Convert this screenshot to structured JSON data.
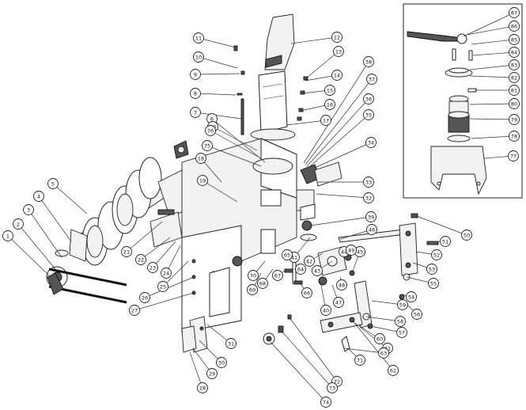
{
  "diagram": {
    "callouts": [
      "1",
      "2",
      "3",
      "4",
      "5",
      "6",
      "7",
      "8",
      "9",
      "10",
      "11",
      "12",
      "13",
      "14",
      "15",
      "16",
      "17",
      "18",
      "19",
      "20",
      "21",
      "22",
      "23",
      "24",
      "25",
      "26",
      "27",
      "28",
      "29",
      "30",
      "31",
      "32",
      "33",
      "34",
      "35",
      "36",
      "37",
      "38",
      "39",
      "40",
      "41",
      "42",
      "43",
      "44",
      "45",
      "46",
      "47",
      "48",
      "49",
      "50",
      "51",
      "52",
      "53",
      "54",
      "55",
      "56",
      "57",
      "58",
      "59",
      "60",
      "61",
      "62",
      "63",
      "64",
      "65",
      "66",
      "67",
      "68",
      "69",
      "70",
      "71",
      "72",
      "73",
      "74",
      "75",
      "76",
      "77",
      "78",
      "79",
      "80",
      "81",
      "82",
      "83",
      "84",
      "85",
      "86",
      "87"
    ]
  }
}
